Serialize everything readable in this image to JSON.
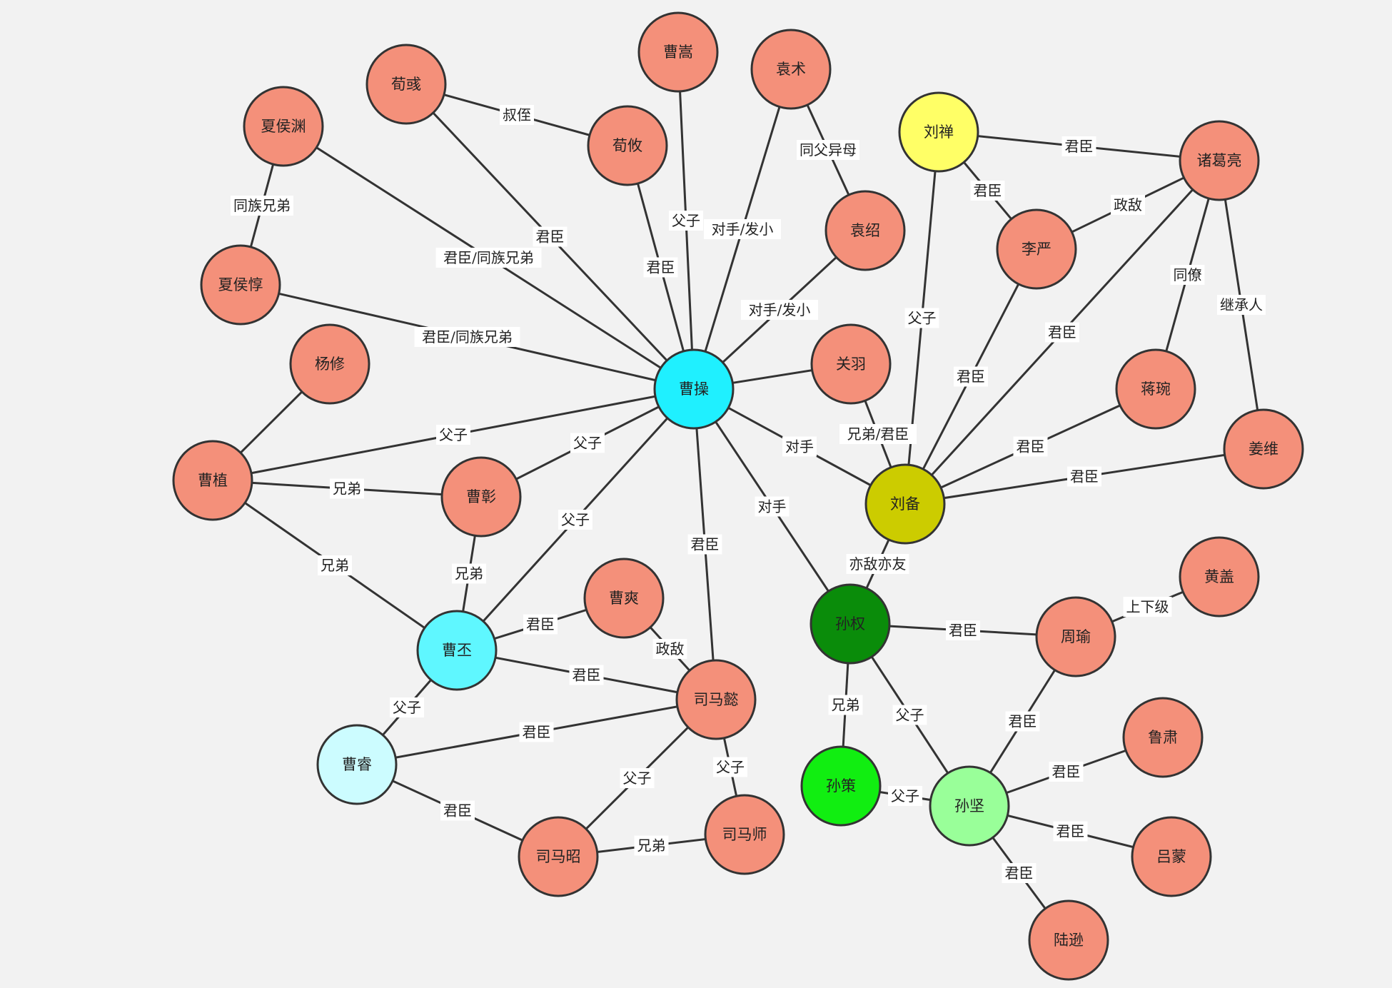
{
  "colors": {
    "default": "#f4907a",
    "caocao": "#1ff0ff",
    "caopi": "#5ff7ff",
    "caorui": "#ccfcff",
    "liushan": "#ffff66",
    "liubei": "#cccc00",
    "sunquan": "#0a8c0a",
    "sunce": "#11ee11",
    "sunjian": "#99ff99",
    "edge": "#333333",
    "background": "#f2f2f2"
  },
  "nodes": [
    {
      "id": "caocao",
      "label": "曹操",
      "color": "caocao"
    },
    {
      "id": "caosong",
      "label": "曹嵩",
      "color": "default"
    },
    {
      "id": "yuanshu",
      "label": "袁术",
      "color": "default"
    },
    {
      "id": "xunyu",
      "label": "荀彧",
      "color": "default"
    },
    {
      "id": "xunyou",
      "label": "荀攸",
      "color": "default"
    },
    {
      "id": "xiahouyuan",
      "label": "夏侯渊",
      "color": "default"
    },
    {
      "id": "xiahoudun",
      "label": "夏侯惇",
      "color": "default"
    },
    {
      "id": "yuanshao",
      "label": "袁绍",
      "color": "default"
    },
    {
      "id": "liushan",
      "label": "刘禅",
      "color": "liushan"
    },
    {
      "id": "zhugeliang",
      "label": "诸葛亮",
      "color": "default"
    },
    {
      "id": "liyan",
      "label": "李严",
      "color": "default"
    },
    {
      "id": "yangxiu",
      "label": "杨修",
      "color": "default"
    },
    {
      "id": "guanyu",
      "label": "关羽",
      "color": "default"
    },
    {
      "id": "jiangwan",
      "label": "蒋琬",
      "color": "default"
    },
    {
      "id": "jiangwei",
      "label": "姜维",
      "color": "default"
    },
    {
      "id": "caozhi",
      "label": "曹植",
      "color": "default"
    },
    {
      "id": "caozhang",
      "label": "曹彰",
      "color": "default"
    },
    {
      "id": "liubei",
      "label": "刘备",
      "color": "liubei"
    },
    {
      "id": "huanggai",
      "label": "黄盖",
      "color": "default"
    },
    {
      "id": "caoshuang",
      "label": "曹爽",
      "color": "default"
    },
    {
      "id": "sunquan",
      "label": "孙权",
      "color": "sunquan"
    },
    {
      "id": "zhouyu",
      "label": "周瑜",
      "color": "default"
    },
    {
      "id": "caopi",
      "label": "曹丕",
      "color": "caopi"
    },
    {
      "id": "simayi",
      "label": "司马懿",
      "color": "default"
    },
    {
      "id": "caorui",
      "label": "曹睿",
      "color": "caorui"
    },
    {
      "id": "lusu",
      "label": "鲁肃",
      "color": "default"
    },
    {
      "id": "sunce",
      "label": "孙策",
      "color": "sunce"
    },
    {
      "id": "sunjian",
      "label": "孙坚",
      "color": "sunjian"
    },
    {
      "id": "simashi",
      "label": "司马师",
      "color": "default"
    },
    {
      "id": "simazhao",
      "label": "司马昭",
      "color": "default"
    },
    {
      "id": "lvmeng",
      "label": "吕蒙",
      "color": "default"
    },
    {
      "id": "luxun",
      "label": "陆逊",
      "color": "default"
    }
  ],
  "edges": [
    {
      "from": "xunyu",
      "to": "xunyou",
      "label": "叔侄"
    },
    {
      "from": "xunyu",
      "to": "caocao",
      "label": "君臣"
    },
    {
      "from": "xunyou",
      "to": "caocao",
      "label": "君臣"
    },
    {
      "from": "caosong",
      "to": "caocao",
      "label": "父子"
    },
    {
      "from": "yuanshu",
      "to": "caocao",
      "label": "对手/发小"
    },
    {
      "from": "yuanshu",
      "to": "yuanshao",
      "label": "同父异母"
    },
    {
      "from": "yuanshao",
      "to": "caocao",
      "label": "对手/发小"
    },
    {
      "from": "xiahouyuan",
      "to": "xiahoudun",
      "label": "同族兄弟"
    },
    {
      "from": "xiahouyuan",
      "to": "caocao",
      "label": "君臣/同族兄弟"
    },
    {
      "from": "xiahoudun",
      "to": "caocao",
      "label": "君臣/同族兄弟"
    },
    {
      "from": "caozhi",
      "to": "caocao",
      "label": "父子"
    },
    {
      "from": "yangxiu",
      "to": "caozhi",
      "label": ""
    },
    {
      "from": "caozhi",
      "to": "caozhang",
      "label": "兄弟"
    },
    {
      "from": "caozhang",
      "to": "caocao",
      "label": "父子"
    },
    {
      "from": "caozhi",
      "to": "caopi",
      "label": "兄弟"
    },
    {
      "from": "caozhang",
      "to": "caopi",
      "label": "兄弟"
    },
    {
      "from": "caopi",
      "to": "caocao",
      "label": "父子"
    },
    {
      "from": "caocao",
      "to": "guanyu",
      "label": ""
    },
    {
      "from": "caocao",
      "to": "liubei",
      "label": "对手"
    },
    {
      "from": "caocao",
      "to": "sunquan",
      "label": "对手"
    },
    {
      "from": "caocao",
      "to": "simayi",
      "label": "君臣"
    },
    {
      "from": "guanyu",
      "to": "liubei",
      "label": "兄弟/君臣"
    },
    {
      "from": "liushan",
      "to": "zhugeliang",
      "label": "君臣"
    },
    {
      "from": "liushan",
      "to": "liyan",
      "label": "君臣"
    },
    {
      "from": "liyan",
      "to": "zhugeliang",
      "label": "政敌"
    },
    {
      "from": "liushan",
      "to": "liubei",
      "label": "父子"
    },
    {
      "from": "liyan",
      "to": "liubei",
      "label": "君臣"
    },
    {
      "from": "zhugeliang",
      "to": "liubei",
      "label": "君臣"
    },
    {
      "from": "zhugeliang",
      "to": "jiangwan",
      "label": "同僚"
    },
    {
      "from": "zhugeliang",
      "to": "jiangwei",
      "label": "继承人"
    },
    {
      "from": "jiangwan",
      "to": "liubei",
      "label": "君臣"
    },
    {
      "from": "jiangwei",
      "to": "liubei",
      "label": "君臣"
    },
    {
      "from": "liubei",
      "to": "sunquan",
      "label": "亦敌亦友"
    },
    {
      "from": "sunquan",
      "to": "zhouyu",
      "label": "君臣"
    },
    {
      "from": "zhouyu",
      "to": "huanggai",
      "label": "上下级"
    },
    {
      "from": "zhouyu",
      "to": "sunjian",
      "label": "君臣"
    },
    {
      "from": "sunquan",
      "to": "sunce",
      "label": "兄弟"
    },
    {
      "from": "sunquan",
      "to": "sunjian",
      "label": "父子"
    },
    {
      "from": "sunce",
      "to": "sunjian",
      "label": "父子"
    },
    {
      "from": "sunjian",
      "to": "lusu",
      "label": "君臣"
    },
    {
      "from": "sunjian",
      "to": "lvmeng",
      "label": "君臣"
    },
    {
      "from": "sunjian",
      "to": "luxun",
      "label": "君臣"
    },
    {
      "from": "caopi",
      "to": "caoshuang",
      "label": "君臣"
    },
    {
      "from": "caoshuang",
      "to": "simayi",
      "label": "政敌"
    },
    {
      "from": "caopi",
      "to": "simayi",
      "label": "君臣"
    },
    {
      "from": "caopi",
      "to": "caorui",
      "label": "父子"
    },
    {
      "from": "caorui",
      "to": "simayi",
      "label": "君臣"
    },
    {
      "from": "caorui",
      "to": "simazhao",
      "label": "君臣"
    },
    {
      "from": "simayi",
      "to": "simazhao",
      "label": "父子"
    },
    {
      "from": "simayi",
      "to": "simashi",
      "label": "父子"
    },
    {
      "from": "simazhao",
      "to": "simashi",
      "label": "兄弟"
    }
  ]
}
